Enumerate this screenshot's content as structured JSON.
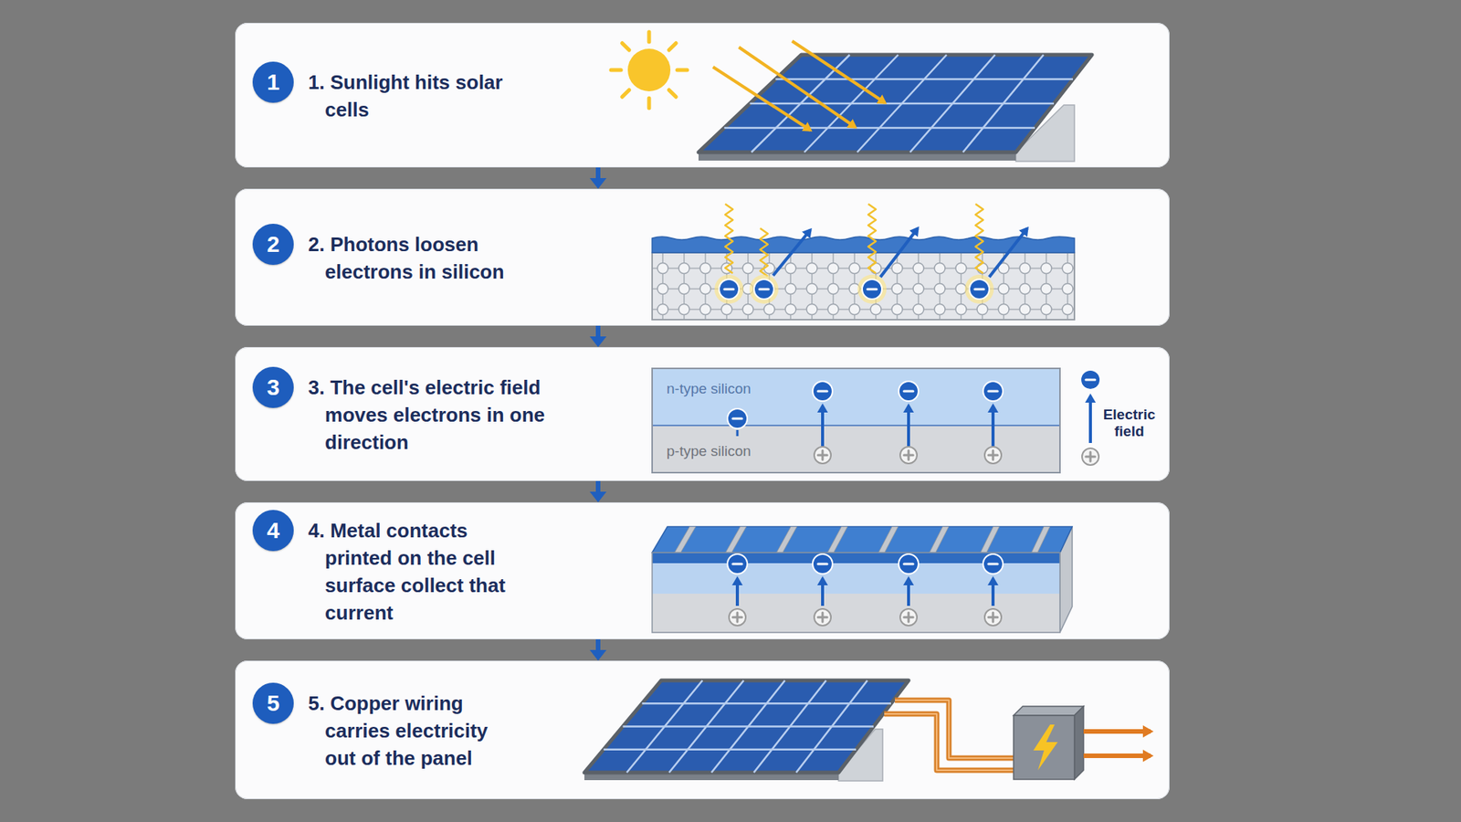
{
  "diagram": {
    "nodes": [
      {
        "text": [
          "1. Sunlight hits solar cells"
        ]
      },
      {
        "text": [
          "1"
        ],
        "in": 0
      },
      {
        "text": [
          "2. Photons loosen electrons in silicon"
        ]
      },
      {
        "text": [
          "2"
        ],
        "in": 2
      },
      {
        "text": [
          "3. The cell's electric field moves electrons in one direction"
        ]
      },
      {
        "text": [
          "3"
        ],
        "in": 4
      },
      {
        "text": [
          "4. Metal contacts printed on the cell surface collect that current"
        ]
      },
      {
        "text": [
          "4"
        ],
        "in": 6
      },
      {
        "text": [
          "5. Copper wiring carries electricity out of the panel"
        ]
      },
      {
        "text": [
          "5"
        ],
        "in": 8
      }
    ],
    "edges": [
      {
        "from": 0,
        "to": 2,
        "arrow": "to"
      },
      {
        "from": 2,
        "to": 4,
        "arrow": "to"
      },
      {
        "from": 4,
        "to": 6,
        "arrow": "to"
      },
      {
        "from": 6,
        "to": 8,
        "arrow": "to"
      }
    ],
    "labels": [
      "n-type silicon",
      "p-type silicon",
      "Electric field"
    ]
  }
}
